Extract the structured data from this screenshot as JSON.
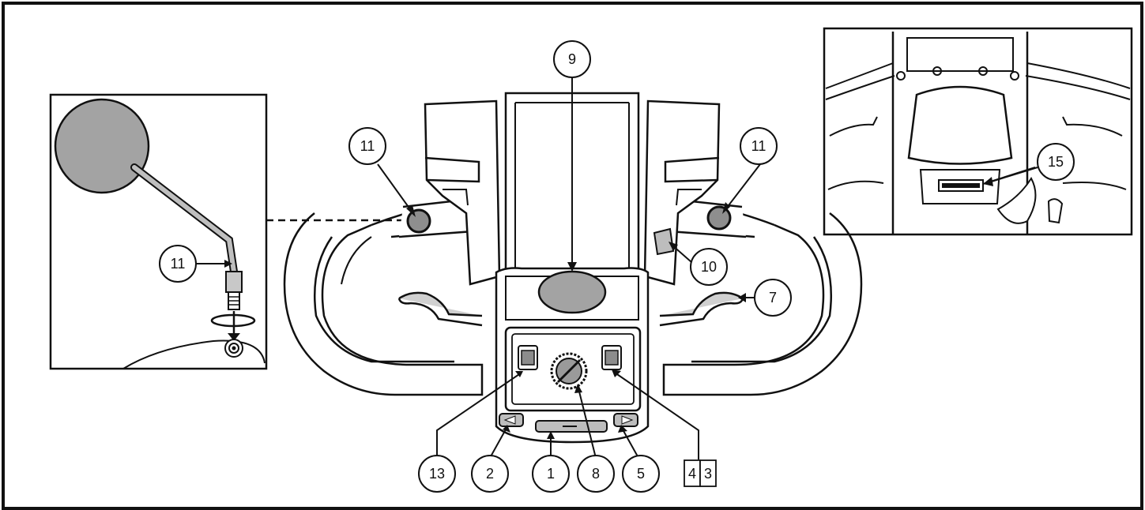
{
  "colors": {
    "line": "#1a1a1a",
    "mirror_fill": "#a3a3a3",
    "dial_fill": "#9a9a9a",
    "background": "#ffffff"
  },
  "callouts": {
    "c1": "1",
    "c2": "2",
    "c3": "3",
    "c4": "4",
    "c5": "5",
    "c7": "7",
    "c8": "8",
    "c9": "9",
    "c10": "10",
    "c11_left": "11",
    "c11_right": "11",
    "c11_inset": "11",
    "c13": "13",
    "c15": "15"
  }
}
